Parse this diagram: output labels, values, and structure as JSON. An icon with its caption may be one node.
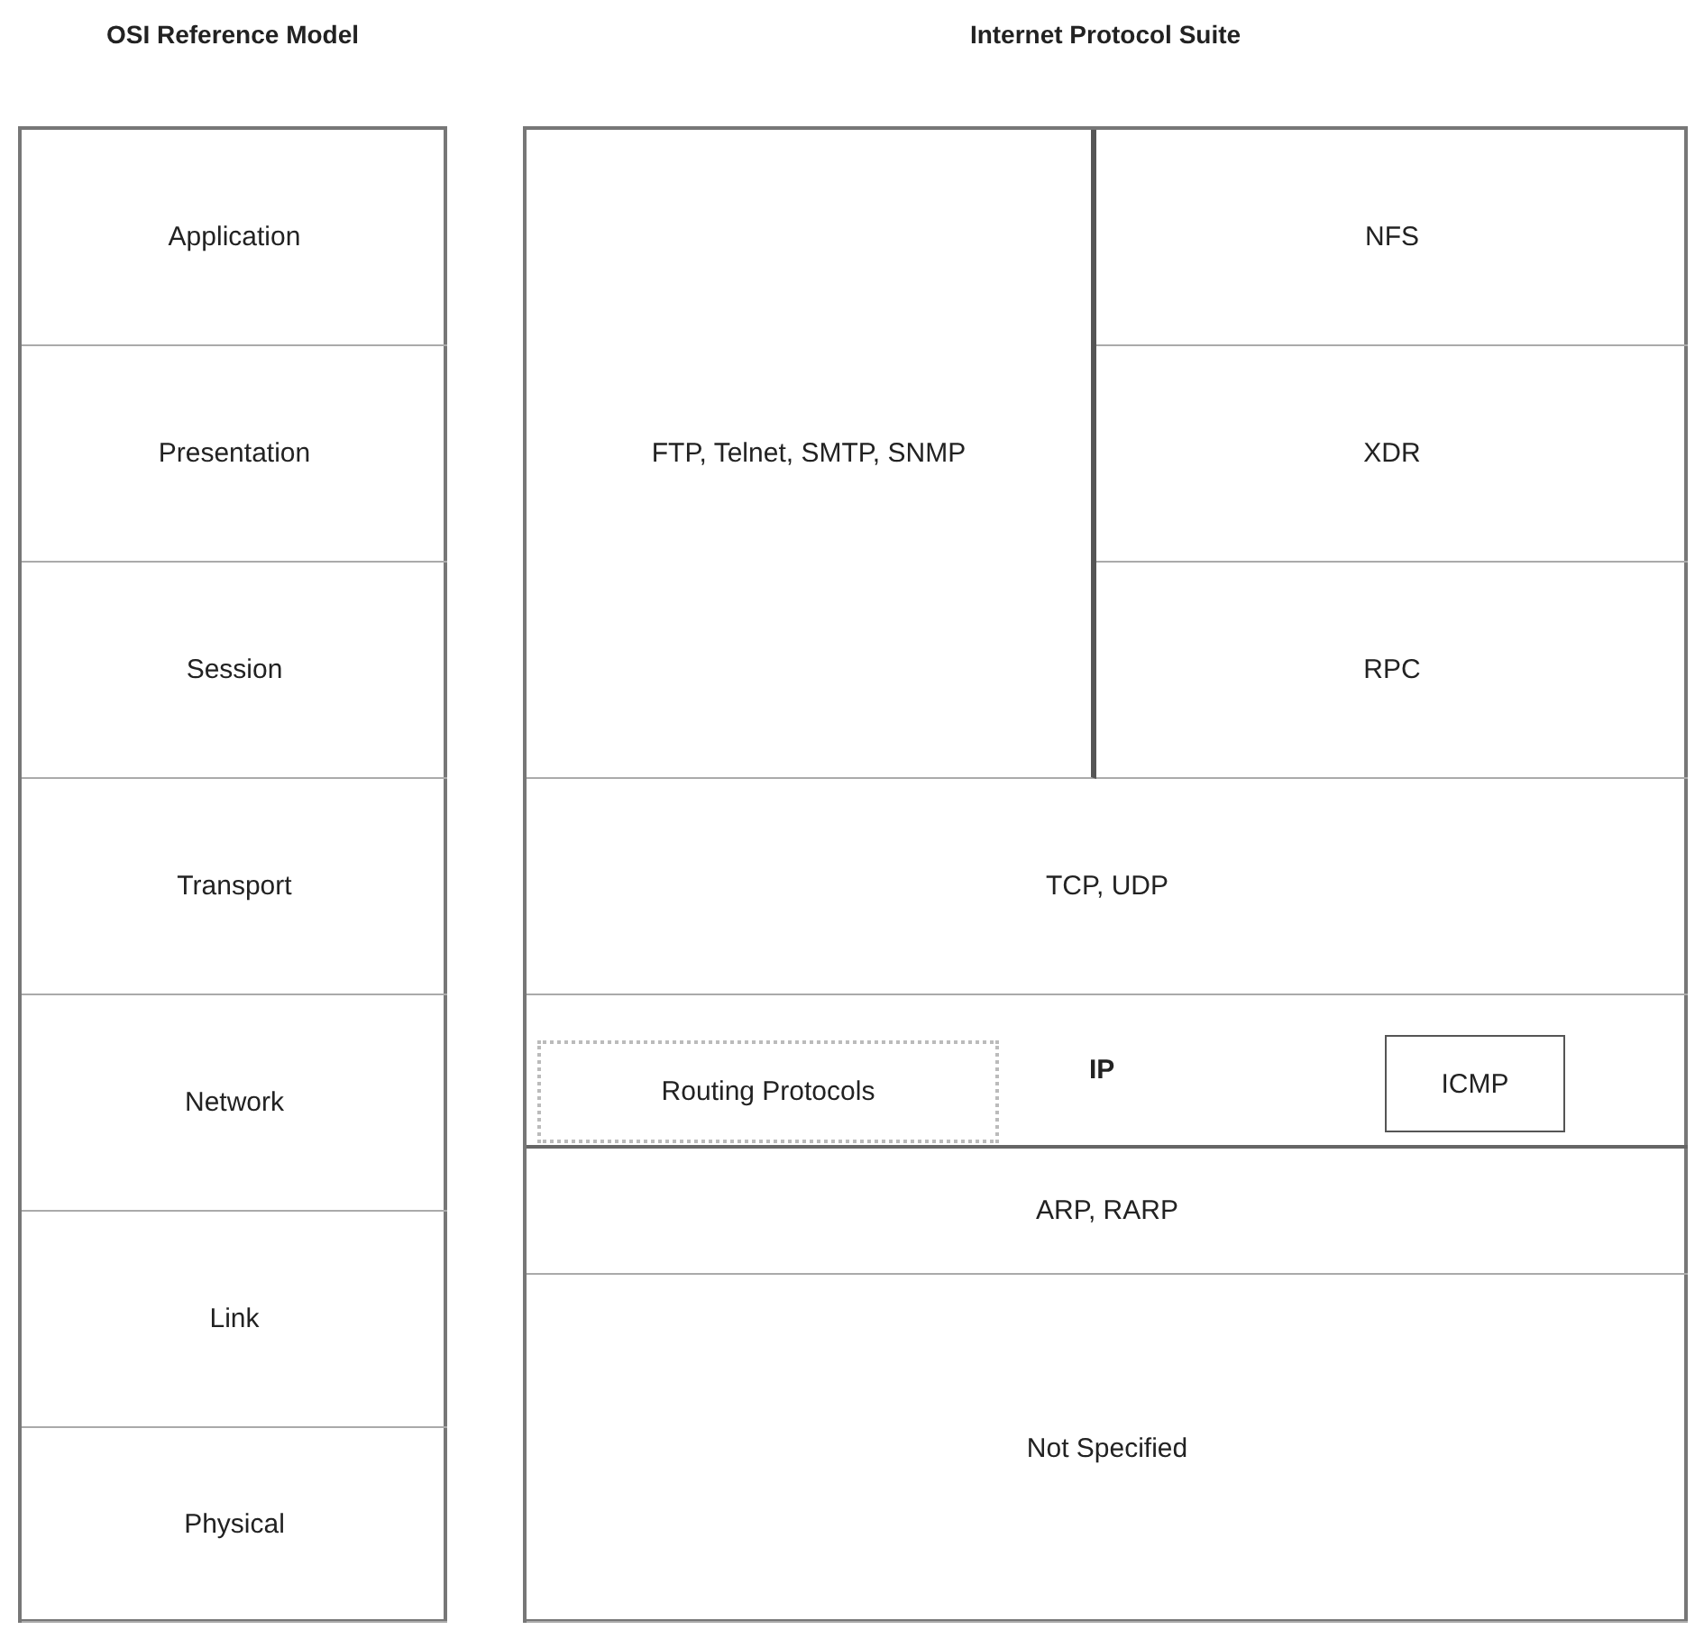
{
  "diagram": {
    "nodes": [
      {
        "text": [
          "OSI Reference Model"
        ]
      },
      {
        "text": [
          "Application"
        ],
        "in": 0
      },
      {
        "text": [
          "Presentation"
        ],
        "in": 0
      },
      {
        "text": [
          "Session"
        ],
        "in": 0
      },
      {
        "text": [
          "Transport"
        ],
        "in": 0
      },
      {
        "text": [
          "Network"
        ],
        "in": 0
      },
      {
        "text": [
          "Link"
        ],
        "in": 0
      },
      {
        "text": [
          "Physical"
        ],
        "in": 0
      },
      {
        "text": [
          "Internet Protocol Suite"
        ]
      },
      {
        "text": [
          "FTP, Telnet, SMTP, SNMP"
        ],
        "in": 8
      },
      {
        "text": [
          "NFS"
        ],
        "in": 8
      },
      {
        "text": [
          "XDR"
        ],
        "in": 8
      },
      {
        "text": [
          "RPC"
        ],
        "in": 8
      },
      {
        "text": [
          "TCP, UDP"
        ],
        "in": 8
      },
      {
        "text": [
          "IP"
        ],
        "in": 8
      },
      {
        "text": [
          "Routing Protocols"
        ],
        "in": 14
      },
      {
        "text": [
          "ICMP"
        ],
        "in": 14
      },
      {
        "text": [
          "ARP, RARP"
        ],
        "in": 8
      },
      {
        "text": [
          "Not Specified"
        ],
        "in": 8
      }
    ],
    "edges": []
  }
}
